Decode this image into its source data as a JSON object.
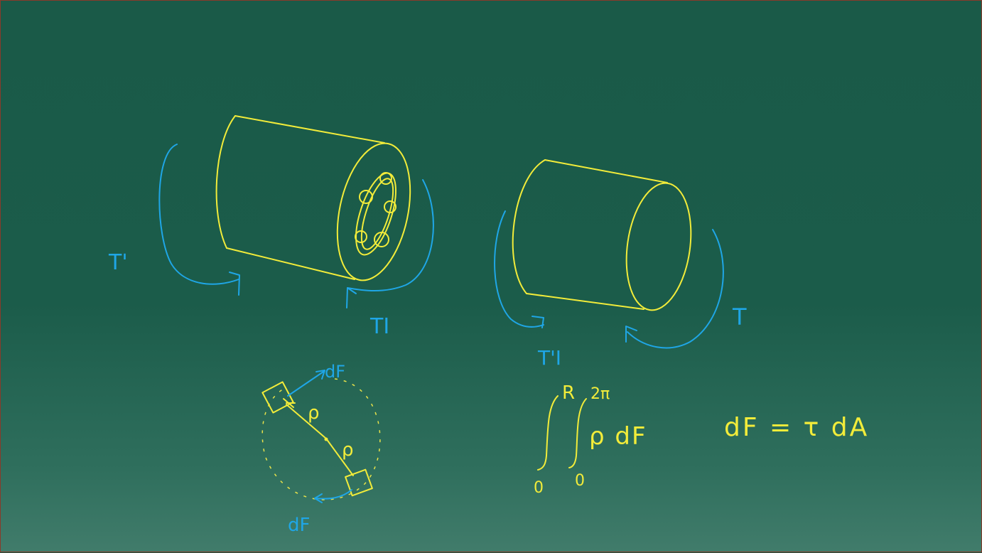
{
  "labels": {
    "T_prime": "T'",
    "T_I": "TI",
    "T": "T",
    "T_I_prime": "T'I",
    "dF_top": "dF",
    "dF_bottom": "dF",
    "rho_1": "ρ",
    "rho_2": "ρ"
  },
  "formula": {
    "outer_upper": "R",
    "outer_lower": "0",
    "inner_upper": "2π",
    "inner_lower": "0",
    "integrand": "ρ dF",
    "relation": "dF = τ dA"
  },
  "colors": {
    "background": "#1a5a48",
    "yellow": "#f2ec3a",
    "blue": "#1fa6e6"
  }
}
